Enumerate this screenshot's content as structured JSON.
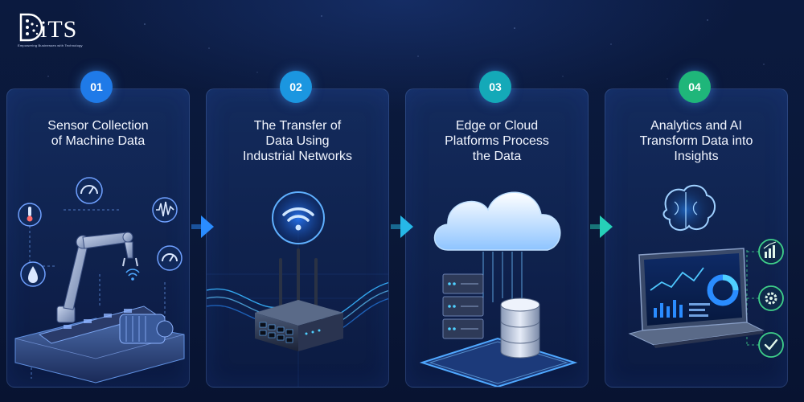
{
  "logo": {
    "word": "iTS",
    "tagline": "Empowering Businesses with Technology"
  },
  "steps": [
    {
      "number": "01",
      "title_line1": "Sensor Collection",
      "title_line2": "of Machine Data",
      "title_line3": "",
      "badge_color": "#1f7ae8"
    },
    {
      "number": "02",
      "title_line1": "The Transfer of",
      "title_line2": "Data Using",
      "title_line3": "Industrial Networks",
      "badge_color": "#1b96e0"
    },
    {
      "number": "03",
      "title_line1": "Edge or Cloud",
      "title_line2": "Platforms Process",
      "title_line3": "the Data",
      "badge_color": "#14a9b8"
    },
    {
      "number": "04",
      "title_line1": "Analytics and AI",
      "title_line2": "Transform Data into",
      "title_line3": "Insights",
      "badge_color": "#1fb67a"
    }
  ],
  "icons": {
    "step1": [
      "thermometer-icon",
      "gauge-icon",
      "waveform-icon",
      "gauge-icon",
      "water-drop-icon",
      "robot-arm-icon",
      "conveyor-belt-icon",
      "motor-icon"
    ],
    "step2": [
      "wifi-icon",
      "router-icon"
    ],
    "step3": [
      "cloud-icon",
      "server-rack-icon",
      "database-icon"
    ],
    "step4": [
      "brain-icon",
      "laptop-icon",
      "bar-chart-icon",
      "gear-icon",
      "checkmark-icon"
    ]
  },
  "colors": {
    "accent_blue": "#2a8cff",
    "accent_cyan": "#26d0e8",
    "accent_green": "#2fd08a"
  }
}
